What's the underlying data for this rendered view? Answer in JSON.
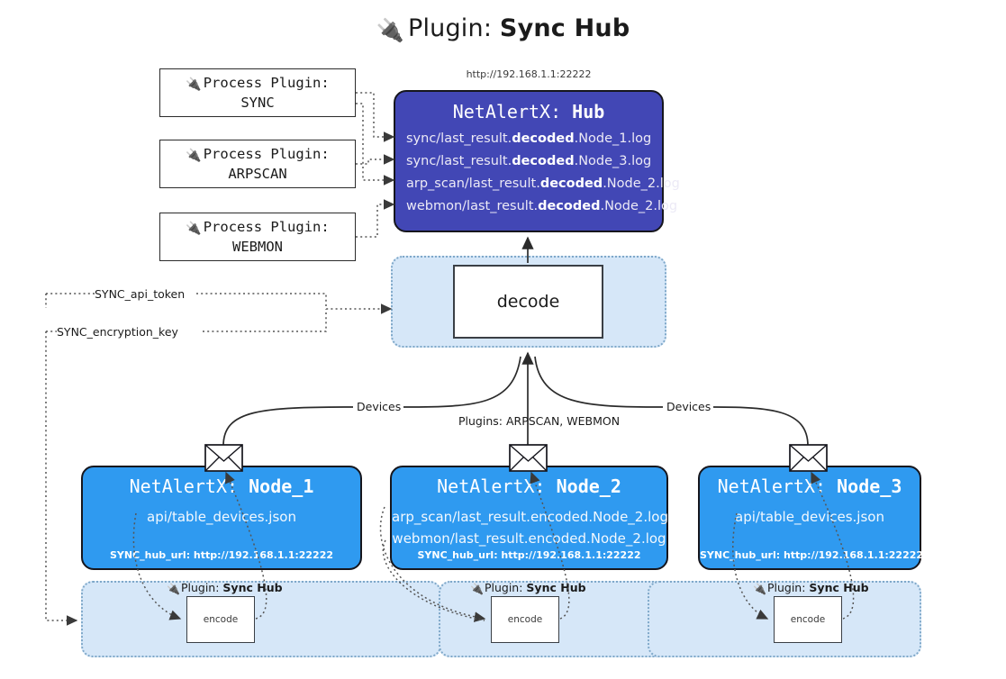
{
  "title": {
    "icon": "plug-icon",
    "prefix": "Plugin:",
    "name": "Sync Hub"
  },
  "hub": {
    "url": "http://192.168.1.1:22222",
    "header_prefix": "NetAlertX:",
    "header_name": "Hub",
    "logs": [
      {
        "pre": "sync/last_result.",
        "em": "decoded",
        "post": ".Node_1.log"
      },
      {
        "pre": "sync/last_result.",
        "em": "decoded",
        "post": ".Node_3.log"
      },
      {
        "pre": "arp_scan/last_result.",
        "em": "decoded",
        "post": ".Node_2.log"
      },
      {
        "pre": "webmon/last_result.",
        "em": "decoded",
        "post": ".Node_2.log"
      }
    ]
  },
  "process_plugins": [
    {
      "icon": "plug-icon",
      "line1": "Process Plugin:",
      "line2": "SYNC"
    },
    {
      "icon": "plug-icon",
      "line1": "Process Plugin:",
      "line2": "ARPSCAN"
    },
    {
      "icon": "plug-icon",
      "line1": "Process Plugin:",
      "line2": "WEBMON"
    }
  ],
  "decode": {
    "label": "decode"
  },
  "settings": {
    "api_token": "SYNC_api_token",
    "encryption_key": "SYNC_encryption_key"
  },
  "edge_labels": {
    "devices_left": "Devices",
    "devices_right": "Devices",
    "plugins_center": "Plugins: ARPSCAN, WEBMON"
  },
  "nodes": [
    {
      "header_prefix": "NetAlertX:",
      "header_name": "Node_1",
      "lines": [
        "api/table_devices.json"
      ],
      "hub_url": "SYNC_hub_url: http://192.168.1.1:22222",
      "envelope_icon": "envelope-icon"
    },
    {
      "header_prefix": "NetAlertX:",
      "header_name": "Node_2",
      "lines": [
        "arp_scan/last_result.encoded.Node_2.log",
        "webmon/last_result.encoded.Node_2.log"
      ],
      "hub_url": "SYNC_hub_url: http://192.168.1.1:22222",
      "envelope_icon": "envelope-icon"
    },
    {
      "header_prefix": "NetAlertX:",
      "header_name": "Node_3",
      "lines": [
        "api/table_devices.json"
      ],
      "hub_url": "SYNC_hub_url: http://192.168.1.1:22222",
      "envelope_icon": "envelope-icon"
    }
  ],
  "node_plugins": [
    {
      "icon": "plug-icon",
      "prefix": "Plugin:",
      "name": "Sync Hub",
      "action": "encode"
    },
    {
      "icon": "plug-icon",
      "prefix": "Plugin:",
      "name": "Sync Hub",
      "action": "encode"
    },
    {
      "icon": "plug-icon",
      "prefix": "Plugin:",
      "name": "Sync Hub",
      "action": "encode"
    }
  ],
  "colors": {
    "hub_fill": "#4247b5",
    "node_fill": "#2f9af0",
    "group_fill": "#d6e7f8",
    "group_border": "#7fa8c9",
    "stroke": "#16161d"
  }
}
